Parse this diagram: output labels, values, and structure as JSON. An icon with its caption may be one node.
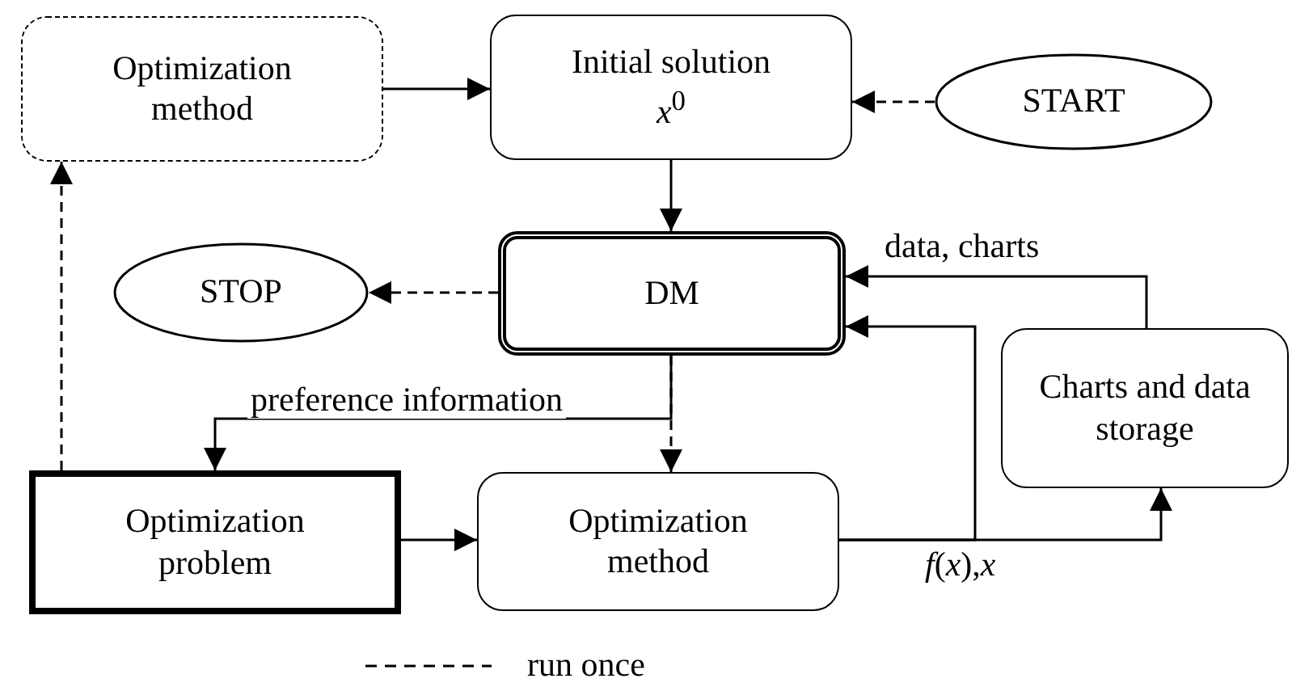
{
  "diagram": {
    "nodes": [
      {
        "text": [
          "Optimization method"
        ]
      },
      {
        "text": [
          "Initial solution",
          "*x*$^{0}$"
        ]
      },
      {
        "text": [
          "START"
        ]
      },
      {
        "text": [
          "STOP"
        ]
      },
      {
        "text": [
          "DM"
        ]
      },
      {
        "text": [
          "Charts and data storage"
        ]
      },
      {
        "text": [
          "Optimization problem"
        ]
      },
      {
        "text": [
          "Optimization method"
        ]
      }
    ],
    "edges": [
      {
        "from": 0,
        "to": 1,
        "arrow": "to"
      },
      {
        "from": 2,
        "to": 1,
        "arrow": "to",
        "style": "dashed"
      },
      {
        "from": 1,
        "to": 4,
        "arrow": "to"
      },
      {
        "from": 4,
        "to": 3,
        "arrow": "to",
        "style": "dashed"
      },
      {
        "from": 4,
        "to": 6,
        "arrow": "to",
        "label": "preference information"
      },
      {
        "from": 4,
        "to": 7,
        "arrow": "to",
        "style": "dashed"
      },
      {
        "from": 6,
        "to": 0,
        "arrow": "to",
        "style": "dashed"
      },
      {
        "from": 6,
        "to": 7,
        "arrow": "to"
      },
      {
        "from": 7,
        "to": 5,
        "arrow": "to",
        "label": "*f*(*x*),*x*"
      },
      {
        "from": 7,
        "to": 4,
        "arrow": "to"
      },
      {
        "from": 5,
        "to": 4,
        "arrow": "to",
        "label": "data, charts"
      }
    ],
    "legend": [
      {
        "text": "run once"
      }
    ]
  }
}
